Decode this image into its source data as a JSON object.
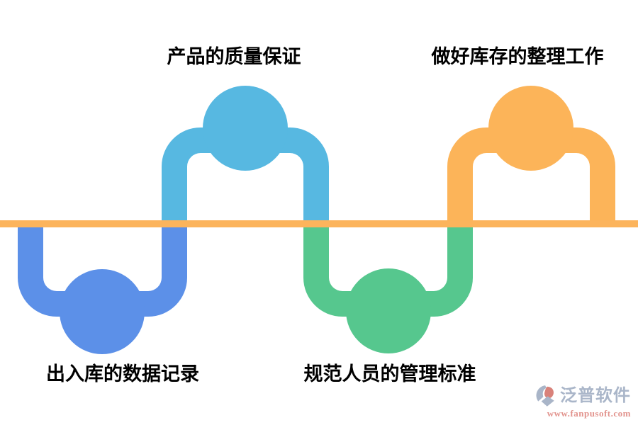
{
  "background": "#ffffff",
  "baseline": {
    "color": "#fcb45c"
  },
  "nodes": [
    {
      "id": "top-middle",
      "label": "产品的质量保证",
      "side": "above",
      "color": "#57b8e1"
    },
    {
      "id": "top-right",
      "label": "做好库存的整理工作",
      "side": "above",
      "color": "#fcb459"
    },
    {
      "id": "bottom-left",
      "label": "出入库的数据记录",
      "side": "below",
      "color": "#5c90e8"
    },
    {
      "id": "bottom-middle",
      "label": "规范人员的管理标准",
      "side": "below",
      "color": "#56c78e"
    }
  ],
  "label_color": "#000000",
  "logo": {
    "name": "泛普软件",
    "url": "www.fanpusoft.com",
    "name_color": "#aab6c9",
    "url_color": "#e2938d",
    "icon_gray": "#a9b5c8",
    "icon_red": "#d9827a"
  }
}
